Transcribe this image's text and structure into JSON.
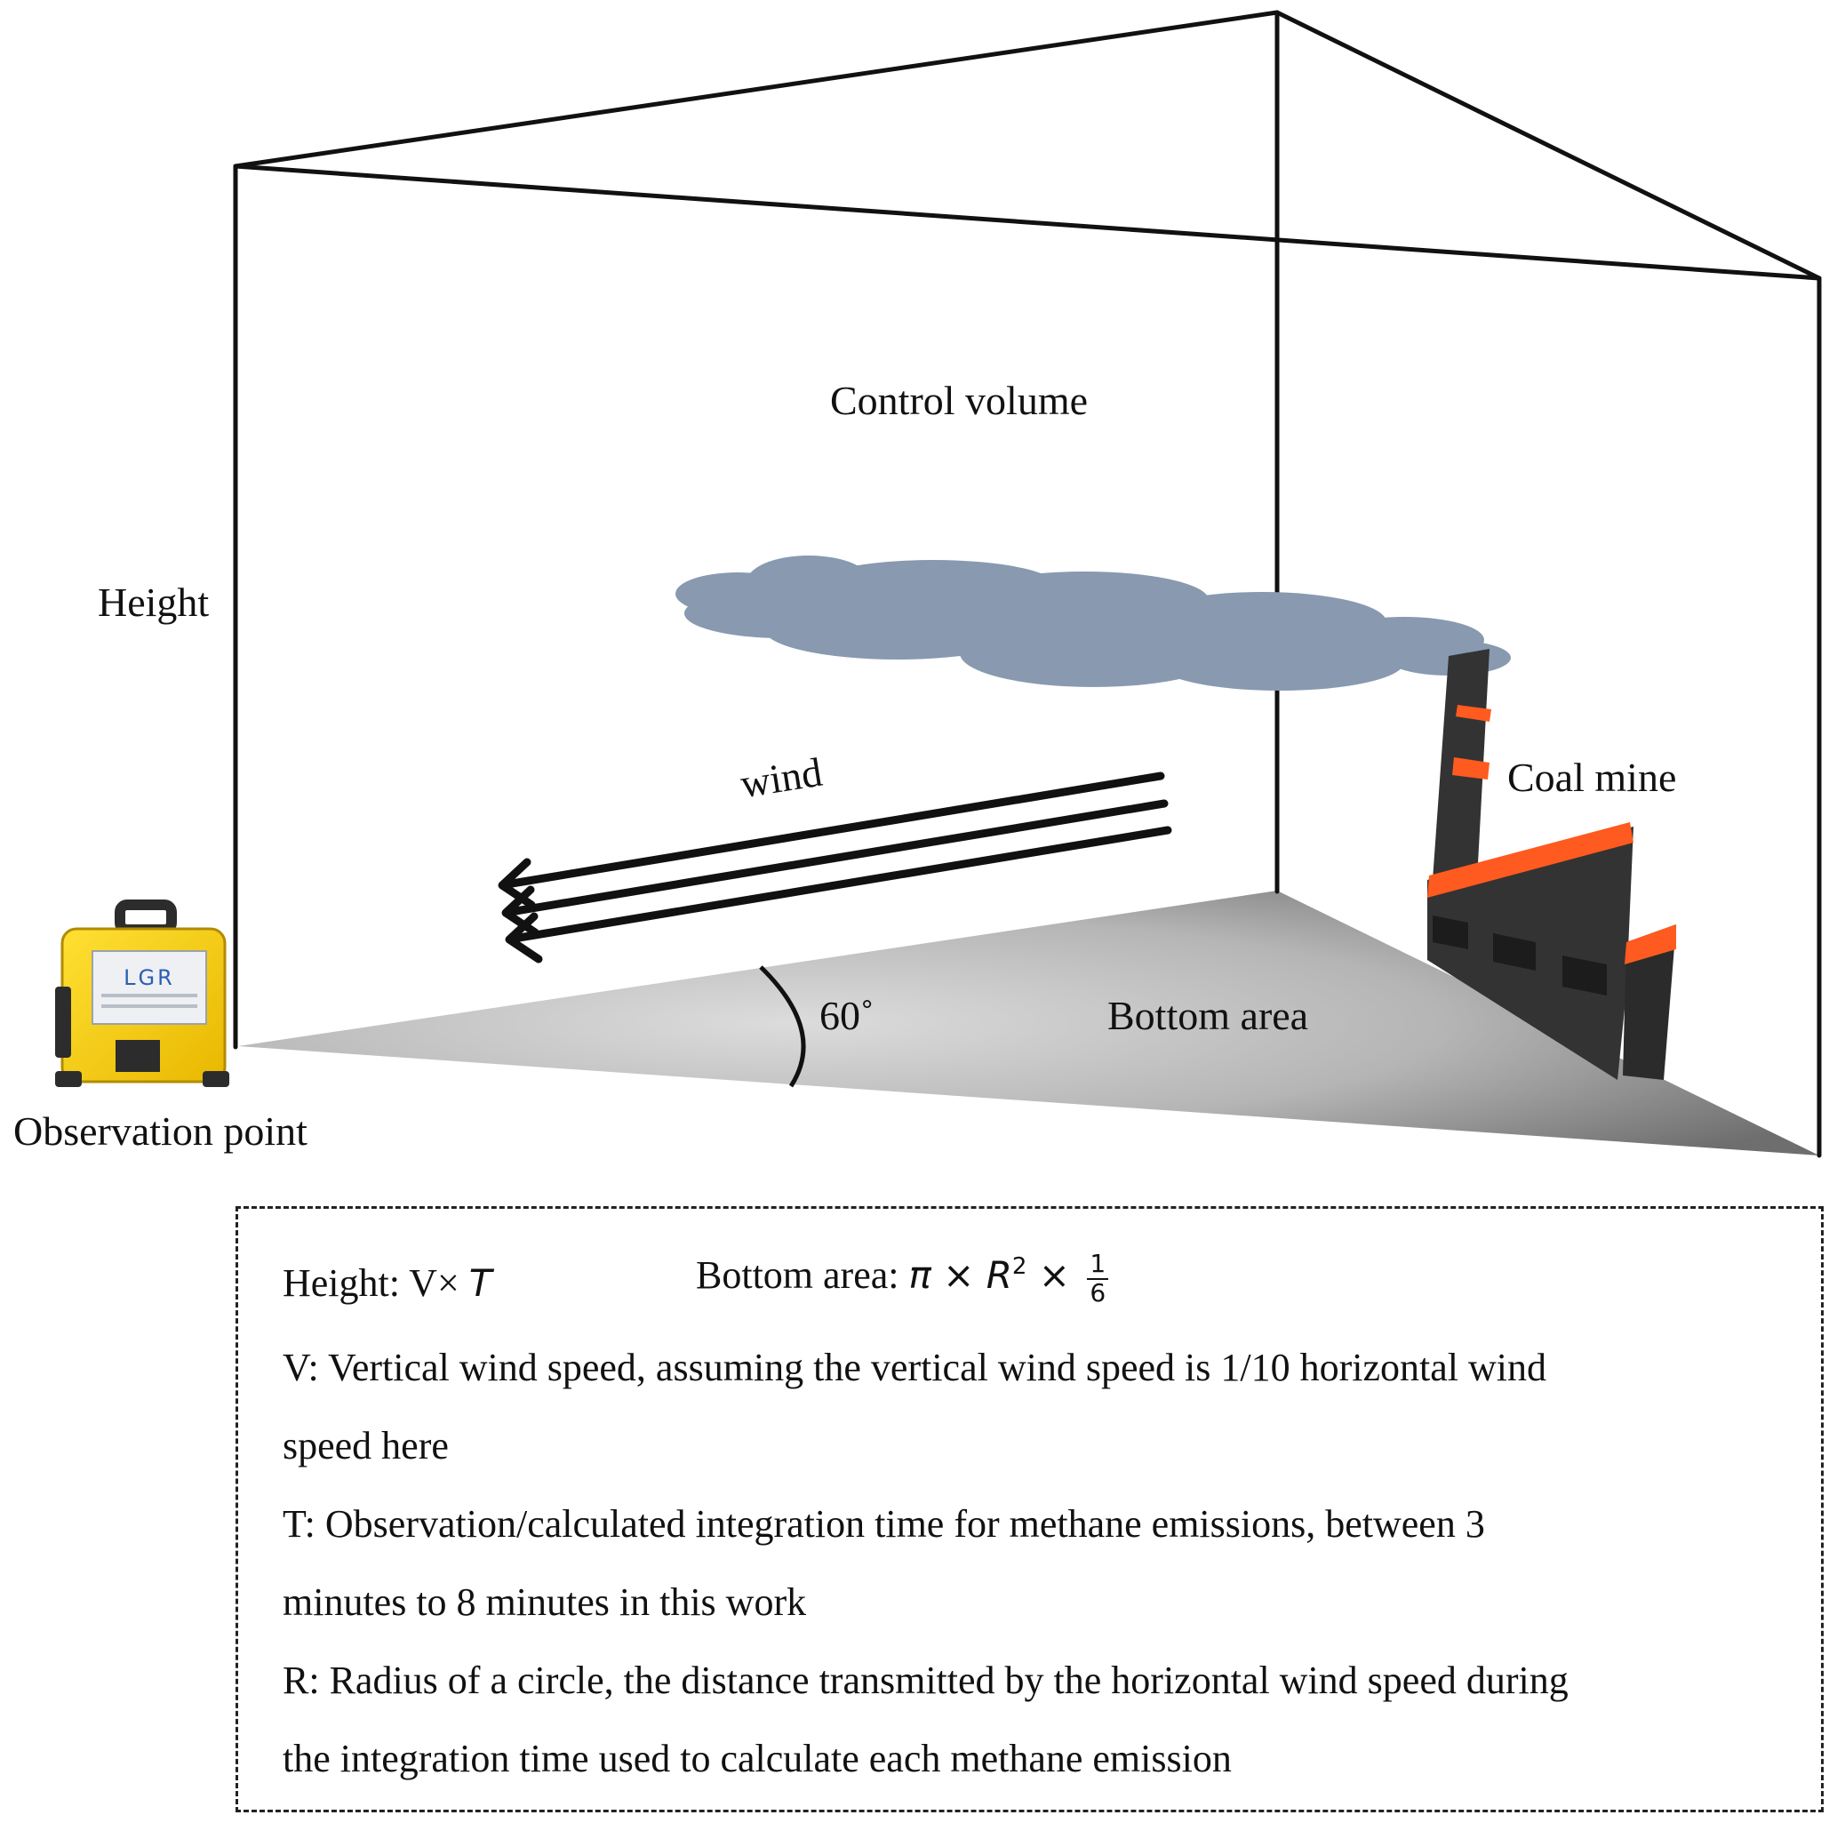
{
  "labels": {
    "control_volume": "Control volume",
    "height": "Height",
    "wind": "wind",
    "coal_mine": "Coal mine",
    "angle": "60˚",
    "bottom_area": "Bottom area",
    "observation_point": "Observation point",
    "device_brand": "LGR"
  },
  "legend": {
    "height_label": "Height: V×",
    "height_var": "T",
    "area_label": "Bottom area: ",
    "area_pi": "π",
    "area_times1": " × ",
    "area_r": "R",
    "area_sq": "2",
    "area_times2": " × ",
    "area_num": "1",
    "area_den": "6",
    "v_line1": "V: Vertical wind speed, assuming the vertical wind speed is 1/10 horizontal wind",
    "v_line2": "speed here",
    "t_line1": "T: Observation/calculated integration time for methane emissions, between 3",
    "t_line2": "minutes to 8 minutes in this work",
    "r_line1": "R: Radius of a circle, the distance transmitted by the horizontal wind speed during",
    "r_line2": "the integration time used to calculate each methane emission"
  },
  "colors": {
    "cloud": "#8899b0",
    "chimney": "#333333",
    "stripe": "#ff5a1f",
    "device": "#f7d21e"
  }
}
